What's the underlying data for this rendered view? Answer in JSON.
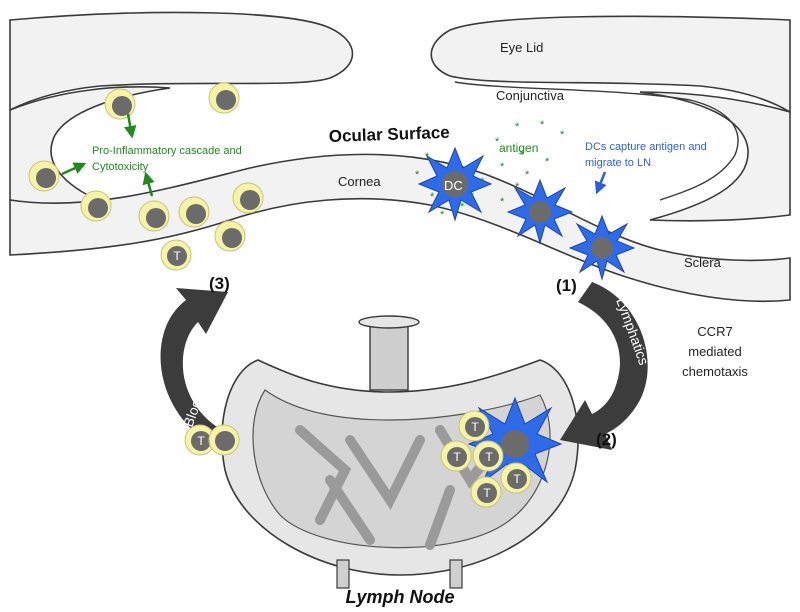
{
  "labels": {
    "eye_lid": "Eye Lid",
    "conjunctiva": "Conjunctiva",
    "ocular_surface": "Ocular Surface",
    "cornea": "Cornea",
    "antigen": "antigen",
    "dc": "DC",
    "dc_capture_line1": "DCs capture antigen and",
    "dc_capture_line2": "migrate to LN",
    "pro_inflammatory_line1": "Pro-Inflammatory cascade and",
    "pro_inflammatory_line2": "Cytotoxicity",
    "sclera": "Sclera",
    "step1": "(1)",
    "step2": "(2)",
    "step3": "(3)",
    "lymphatics": "Lymphatics",
    "blood_vessels": "Blood Vessels",
    "ccr7_line1": "CCR7",
    "ccr7_line2": "mediated",
    "ccr7_line3": "chemotaxis",
    "lymph_node": "Lymph Node",
    "t_cell": "T"
  },
  "colors": {
    "dc_blue": "#2f6be8",
    "annotation_blue": "#2b5fd9",
    "annotation_green": "#1e8a1e",
    "cell_fill": "#f7f3a6",
    "nucleus": "#6b6b6b",
    "arrow_dark": "#3c3c3c",
    "tissue": "#f2f2f2",
    "tissue_stroke": "#3a3a3a",
    "node_fill": "#dcdcdc"
  }
}
